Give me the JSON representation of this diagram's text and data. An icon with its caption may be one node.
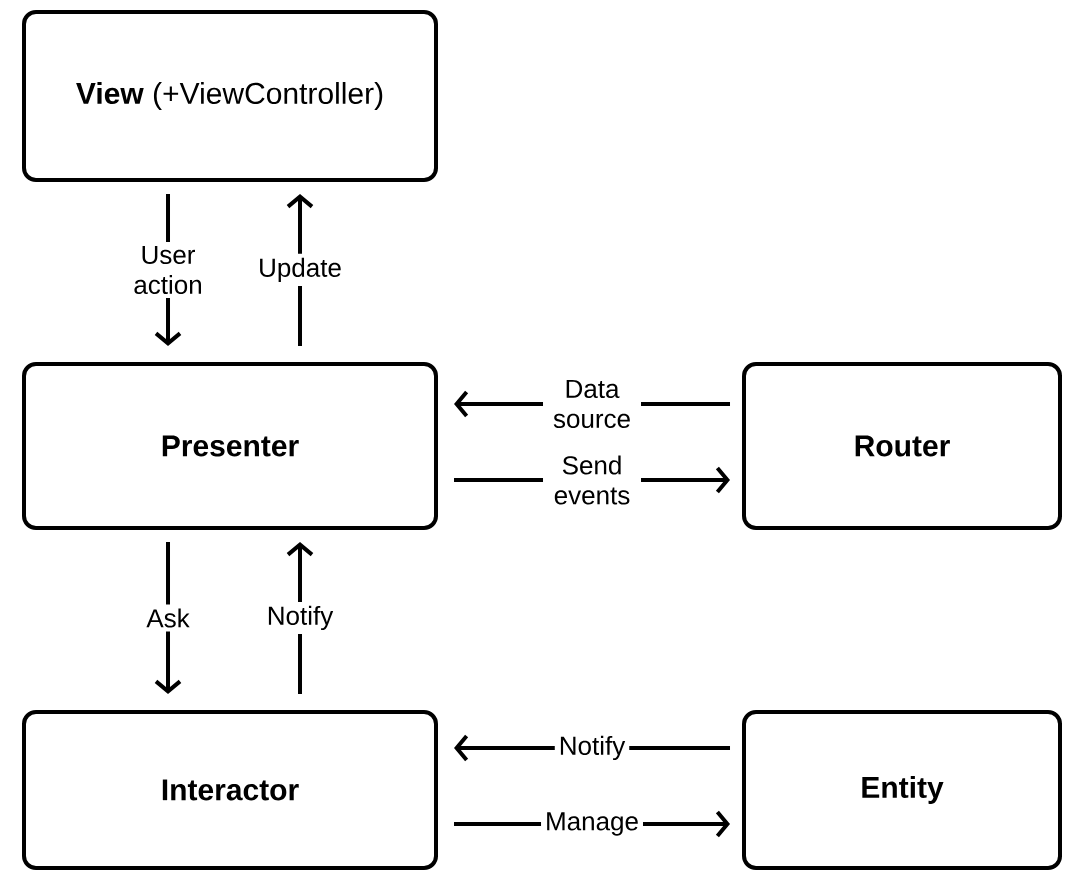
{
  "diagram": {
    "nodes": [
      {
        "text": [
          "**View** (+ViewController)"
        ]
      },
      {
        "text": [
          "Presenter"
        ]
      },
      {
        "text": [
          "Router"
        ]
      },
      {
        "text": [
          "Interactor"
        ]
      },
      {
        "text": [
          "Entity"
        ]
      }
    ],
    "edges": [
      {
        "from": 0,
        "to": 1,
        "arrow": "to",
        "label": "User action"
      },
      {
        "from": 1,
        "to": 0,
        "arrow": "to",
        "label": "Update"
      },
      {
        "from": 2,
        "to": 1,
        "arrow": "to",
        "label": "Data source"
      },
      {
        "from": 1,
        "to": 2,
        "arrow": "to",
        "label": "Send events"
      },
      {
        "from": 1,
        "to": 3,
        "arrow": "to",
        "label": "Ask"
      },
      {
        "from": 3,
        "to": 1,
        "arrow": "to",
        "label": "Notify"
      },
      {
        "from": 4,
        "to": 3,
        "arrow": "to",
        "label": "Notify"
      },
      {
        "from": 3,
        "to": 4,
        "arrow": "to",
        "label": "Manage"
      }
    ]
  }
}
